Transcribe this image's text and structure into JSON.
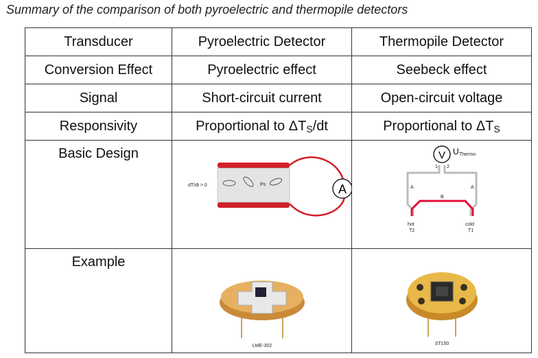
{
  "caption": "Summary of the comparison of both pyroelectric and thermopile detectors",
  "table": {
    "header": [
      "Transducer",
      "Pyroelectric Detector",
      "Thermopile Detector"
    ],
    "rows": [
      [
        "Conversion Effect",
        "Pyroelectric effect",
        "Seebeck effect"
      ],
      [
        "Signal",
        "Short-circuit current",
        "Open-circuit voltage"
      ]
    ],
    "responsivity": {
      "label": "Responsivity",
      "pyro_prefix": "Proportional to ΔT",
      "pyro_sub": "S",
      "pyro_suffix": "/dt",
      "thermo_prefix": "Proportional to ΔT",
      "thermo_sub": "S"
    },
    "design": {
      "label": "Basic Design",
      "ammeter": "A",
      "voltmeter": "V",
      "u_label": "U",
      "u_sub": "Thermo",
      "leg_a": "A",
      "leg_b": "B",
      "hot": "hot",
      "hot_t": "T2",
      "cold": "cold",
      "cold_t": "T1",
      "pin1": "1",
      "pin2": "2",
      "dtdt": "dT/dt > 0",
      "ps": "Ps"
    },
    "example": {
      "label": "Example",
      "pyro_model": "LME-302",
      "thermo_model": "ST150"
    }
  }
}
